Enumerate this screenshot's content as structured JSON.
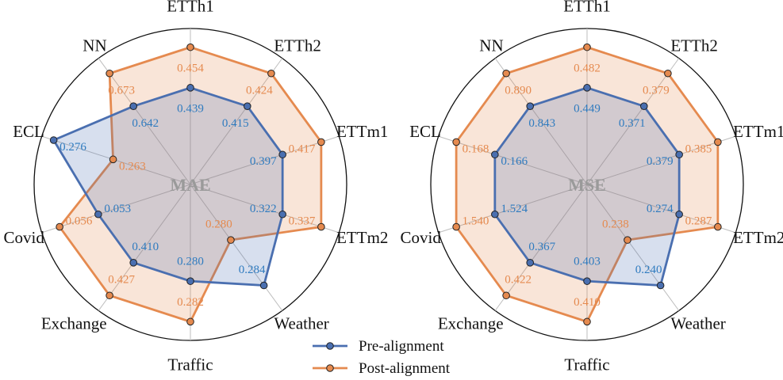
{
  "chart_data": [
    {
      "type": "radar",
      "center_label": "MAE",
      "categories": [
        "ETTh1",
        "ETTh2",
        "ETTm1",
        "ETTm2",
        "Weather",
        "Traffic",
        "Exchange",
        "Covid",
        "ECL",
        "NN"
      ],
      "value_labels": {
        "Pre-alignment": [
          "0.439",
          "0.415",
          "0.397",
          "0.322",
          "0.284",
          "0.280",
          "0.410",
          "0.053",
          "0.276",
          "0.642"
        ],
        "Post-alignment": [
          "0.454",
          "0.424",
          "0.417",
          "0.337",
          "0.280",
          "0.282",
          "0.427",
          "0.056",
          "0.263",
          "0.673"
        ]
      },
      "series": [
        {
          "name": "Pre-alignment",
          "values": [
            0.62,
            0.62,
            0.62,
            0.62,
            0.8,
            0.62,
            0.62,
            0.62,
            0.92,
            0.62
          ]
        },
        {
          "name": "Post-alignment",
          "values": [
            0.88,
            0.88,
            0.88,
            0.88,
            0.44,
            0.88,
            0.88,
            0.88,
            0.52,
            0.88
          ]
        }
      ],
      "rlim": [
        0,
        1
      ],
      "grid": true
    },
    {
      "type": "radar",
      "center_label": "MSE",
      "categories": [
        "ETTh1",
        "ETTh2",
        "ETTm1",
        "ETTm2",
        "Weather",
        "Traffic",
        "Exchange",
        "Covid",
        "ECL",
        "NN"
      ],
      "value_labels": {
        "Pre-alignment": [
          "0.449",
          "0.371",
          "0.379",
          "0.274",
          "0.240",
          "0.403",
          "0.367",
          "1.524",
          "0.166",
          "0.843"
        ],
        "Post-alignment": [
          "0.482",
          "0.379",
          "0.385",
          "0.287",
          "0.238",
          "0.410",
          "0.422",
          "1.540",
          "0.168",
          "0.890"
        ]
      },
      "series": [
        {
          "name": "Pre-alignment",
          "values": [
            0.62,
            0.62,
            0.62,
            0.62,
            0.8,
            0.62,
            0.62,
            0.62,
            0.62,
            0.62
          ]
        },
        {
          "name": "Post-alignment",
          "values": [
            0.88,
            0.88,
            0.88,
            0.88,
            0.44,
            0.88,
            0.88,
            0.88,
            0.88,
            0.88
          ]
        }
      ],
      "rlim": [
        0,
        1
      ],
      "grid": true
    }
  ],
  "legend": {
    "placement": "bottom-center",
    "entries": [
      "Pre-alignment",
      "Post-alignment"
    ]
  },
  "colors": {
    "Pre-alignment": "#4a6fb0",
    "Post-alignment": "#e58a4f",
    "value_Pre-alignment": "#2f7bbf",
    "value_Post-alignment": "#e58a4f",
    "grid": "#bdbdbd",
    "frame": "#111111"
  }
}
